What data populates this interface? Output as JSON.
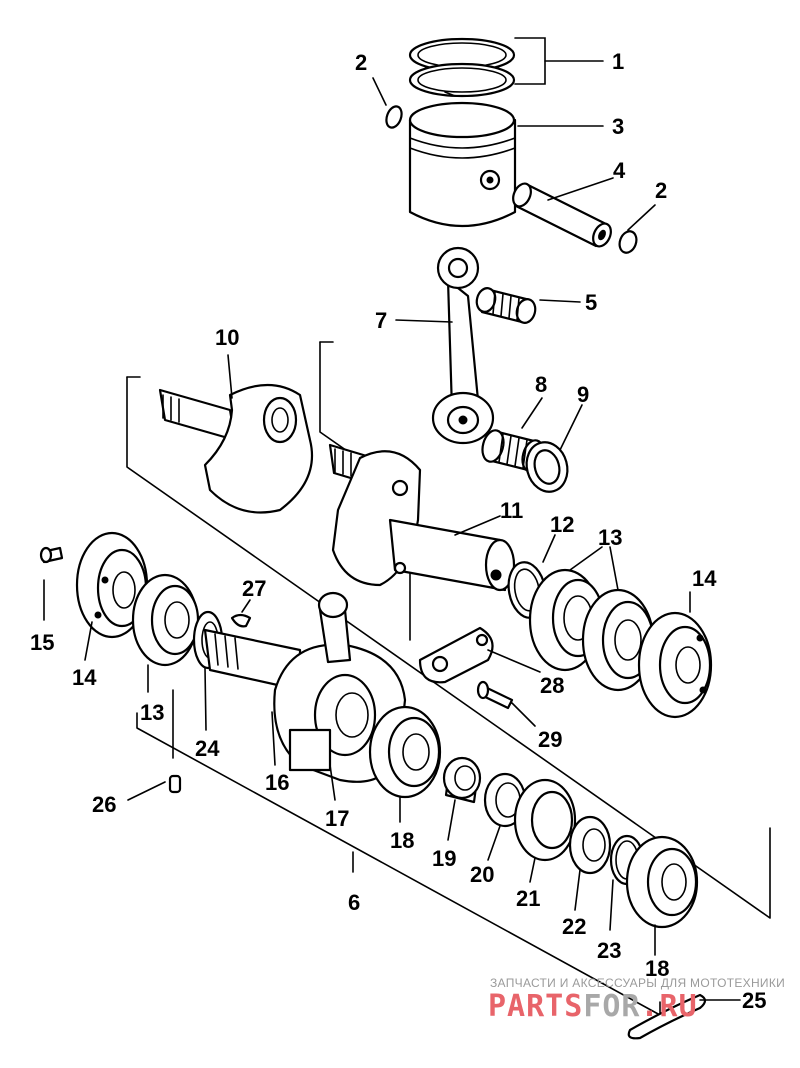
{
  "diagram": {
    "callouts": [
      {
        "id": "p1",
        "label": "1"
      },
      {
        "id": "p2a",
        "label": "2"
      },
      {
        "id": "p2b",
        "label": "2"
      },
      {
        "id": "p3",
        "label": "3"
      },
      {
        "id": "p4",
        "label": "4"
      },
      {
        "id": "p5",
        "label": "5"
      },
      {
        "id": "p6",
        "label": "6"
      },
      {
        "id": "p7",
        "label": "7"
      },
      {
        "id": "p8",
        "label": "8"
      },
      {
        "id": "p9",
        "label": "9"
      },
      {
        "id": "p10",
        "label": "10"
      },
      {
        "id": "p11",
        "label": "11"
      },
      {
        "id": "p12",
        "label": "12"
      },
      {
        "id": "p13a",
        "label": "13"
      },
      {
        "id": "p13b",
        "label": "13"
      },
      {
        "id": "p14a",
        "label": "14"
      },
      {
        "id": "p14b",
        "label": "14"
      },
      {
        "id": "p15",
        "label": "15"
      },
      {
        "id": "p16",
        "label": "16"
      },
      {
        "id": "p17",
        "label": "17"
      },
      {
        "id": "p18a",
        "label": "18"
      },
      {
        "id": "p18b",
        "label": "18"
      },
      {
        "id": "p19",
        "label": "19"
      },
      {
        "id": "p20",
        "label": "20"
      },
      {
        "id": "p21",
        "label": "21"
      },
      {
        "id": "p22",
        "label": "22"
      },
      {
        "id": "p23",
        "label": "23"
      },
      {
        "id": "p24",
        "label": "24"
      },
      {
        "id": "p25",
        "label": "25"
      },
      {
        "id": "p26",
        "label": "26"
      },
      {
        "id": "p27",
        "label": "27"
      },
      {
        "id": "p28",
        "label": "28"
      },
      {
        "id": "p29",
        "label": "29"
      }
    ]
  },
  "watermark": {
    "tagline": "ЗАПЧАСТИ И АКСЕССУАРЫ ДЛЯ МОТОТЕХНИКИ",
    "brand_parts": [
      "PARTS",
      "FOR",
      ".RU"
    ],
    "colors": {
      "red": "#e8646a",
      "gray": "#a8a8a8"
    }
  }
}
